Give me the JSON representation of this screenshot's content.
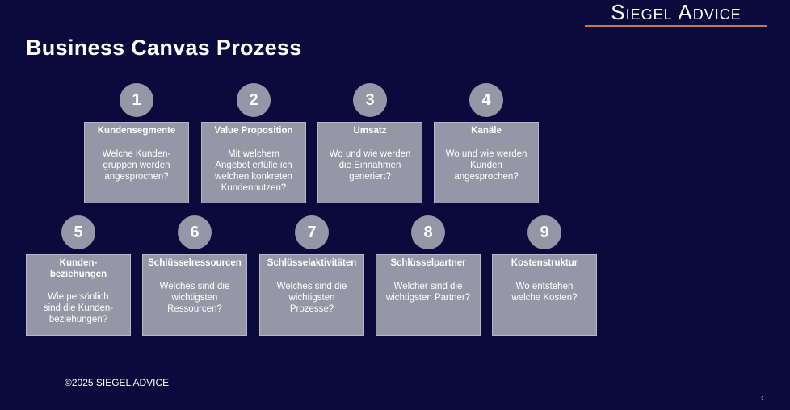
{
  "logo": "Siegel Advice",
  "title": "Business Canvas Prozess",
  "steps": [
    {
      "number": "1",
      "title": "Kundensegmente",
      "text": "Welche Kunden-\ngruppen werden\nangesprochen?"
    },
    {
      "number": "2",
      "title": "Value Proposition",
      "text": "Mit welchem\nAngebot erfülle ich\nwelchen konkreten\nKundennutzen?"
    },
    {
      "number": "3",
      "title": "Umsatz",
      "text": "Wo und wie werden\ndie Einnahmen\ngeneriert?"
    },
    {
      "number": "4",
      "title": "Kanäle",
      "text": "Wo und wie werden\nKunden\nangesprochen?"
    },
    {
      "number": "5",
      "title": "Kunden-\nbeziehungen",
      "text": "Wie persönlich\nsind die Kunden-\nbeziehungen?"
    },
    {
      "number": "6",
      "title": "Schlüsselressourcen",
      "text": "Welches sind die\nwichtigsten\nRessourcen?"
    },
    {
      "number": "7",
      "title": "Schlüsselaktivitäten",
      "text": "Welches sind die\nwichtigsten\nProzesse?"
    },
    {
      "number": "8",
      "title": "Schlüsselpartner",
      "text": "Welcher sind die\nwichtigsten Partner?"
    },
    {
      "number": "9",
      "title": "Kostenstruktur",
      "text": "Wo entstehen\nwelche Kosten?"
    }
  ],
  "footer": "©2025 SIEGEL ADVICE",
  "page_number": "2"
}
